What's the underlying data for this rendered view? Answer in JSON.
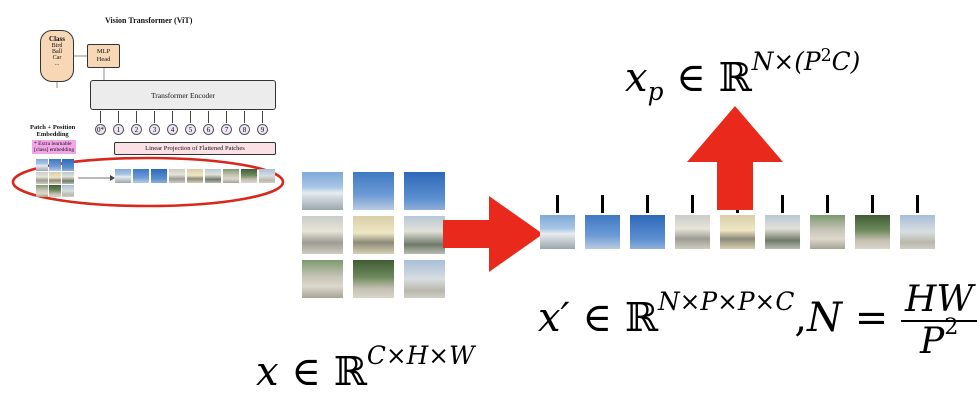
{
  "vit": {
    "title": "Vision Transformer (ViT)",
    "class_box": {
      "title": "Class",
      "items": [
        "Bird",
        "Ball",
        "Car",
        "..."
      ]
    },
    "mlp_head": "MLP\nHead",
    "encoder": "Transformer Encoder",
    "embedding_label": "Patch + Position\nEmbedding",
    "extra_token_note": "* Extra learnable\n[class] embedding",
    "linear_projection": "Linear Projection of Flattened Patches",
    "position_tokens": [
      "0*",
      "1",
      "2",
      "3",
      "4",
      "5",
      "6",
      "7",
      "8",
      "9"
    ]
  },
  "formulas": {
    "input": {
      "var": "x",
      "op": "∈",
      "set": "ℝ",
      "exp": "C×H×W"
    },
    "patches": {
      "var": "x′",
      "op": "∈",
      "set": "ℝ",
      "exp": "N×P×P×C",
      "sep": ",",
      "n_var": "N",
      "eq": "=",
      "numerator": "HW",
      "denominator": "P",
      "den_exp": "2"
    },
    "projected": {
      "var": "x",
      "sub": "p",
      "op": "∈",
      "set": "ℝ",
      "exp_prefix": "N×(P",
      "exp_sq": "2",
      "exp_suffix": "C)"
    }
  },
  "colors": {
    "accent_red": "#e8291c",
    "ellipse_red": "#d9271c",
    "projection_fill": "#fbe0e6",
    "encoder_fill": "#ececec",
    "class_fill": "#f7d7b6",
    "mlp_fill": "#f7d7b6",
    "token_fill": "#efe6f7",
    "note_fill": "#f2a6e8"
  }
}
